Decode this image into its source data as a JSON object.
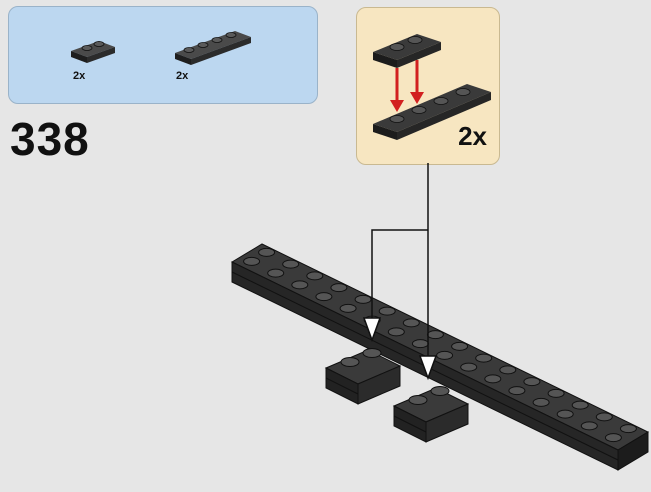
{
  "parts_list": {
    "items": [
      {
        "name": "plate-1x2",
        "quantity": "2x"
      },
      {
        "name": "plate-1x4",
        "quantity": "2x"
      }
    ]
  },
  "step": {
    "number": "338"
  },
  "callout": {
    "quantity": "2x"
  },
  "colors": {
    "parts_background": "#bcd7f0",
    "callout_background": "#f7e6c1",
    "brick": "#2b2b2b",
    "arrow": "#d22020"
  }
}
